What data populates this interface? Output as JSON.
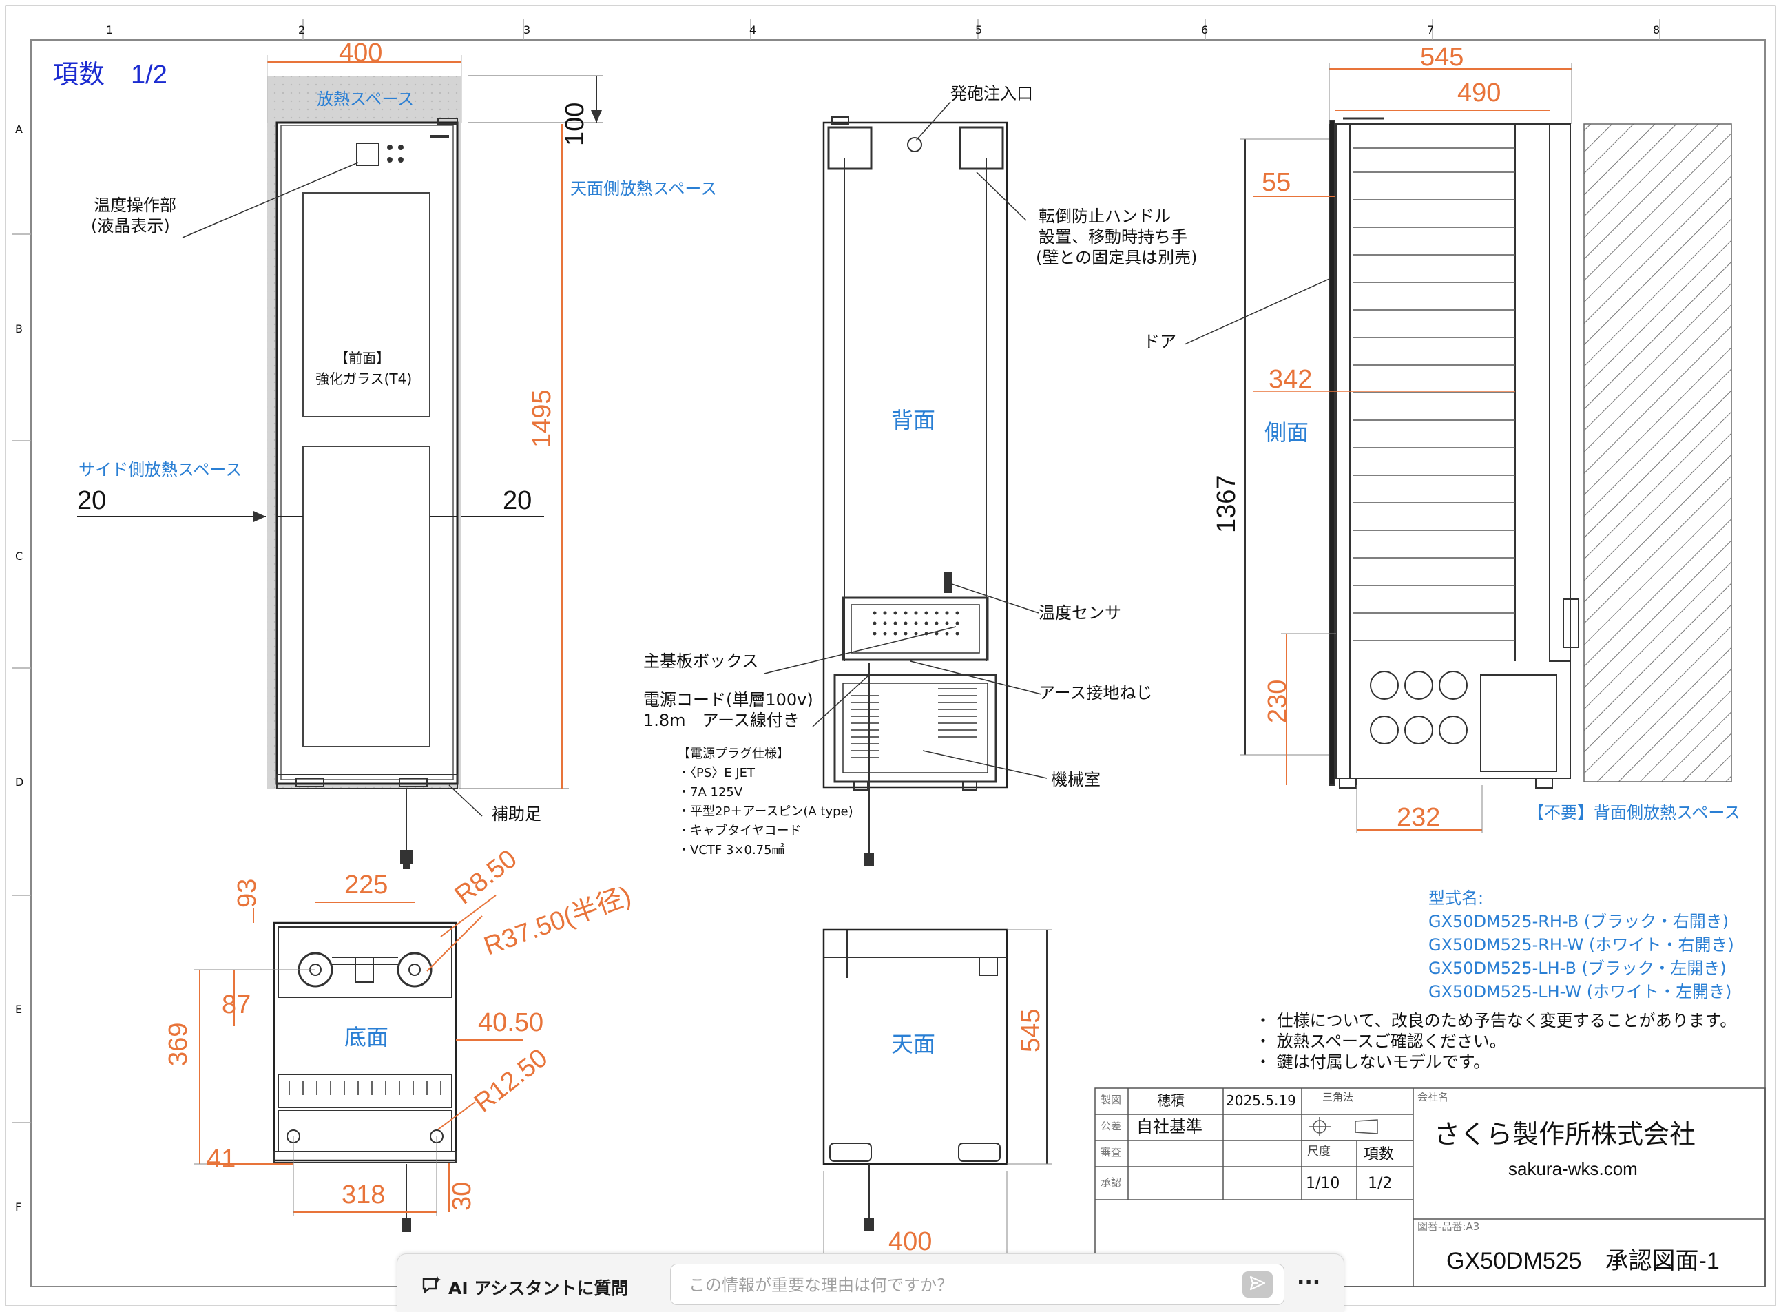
{
  "sheet": {
    "page_count": "項数　1/2",
    "col_labels": [
      "1",
      "2",
      "3",
      "4",
      "5",
      "6",
      "7",
      "8"
    ],
    "row_labels": [
      "A",
      "B",
      "C",
      "D",
      "E",
      "F"
    ]
  },
  "front_view": {
    "dims": {
      "width": "400",
      "top_space": "100",
      "height": "1495",
      "side_left": "20",
      "side_right": "20"
    },
    "labels": {
      "heat_space": "放熱スペース",
      "top_space": "天面側放熱スペース",
      "side_space": "サイド側放熱スペース",
      "panel_line1": "温度操作部",
      "panel_line2": "(液晶表示)",
      "glass_line1": "【前面】",
      "glass_line2": "強化ガラス(T4)",
      "foot": "補助足"
    }
  },
  "back_view": {
    "title": "背面",
    "labels": {
      "foam": "発砲注入口",
      "handle1": "転倒防止ハンドル",
      "handle2": "設置、移動時持ち手",
      "handle3": "(壁との固定具は別売)",
      "sensor": "温度センサ",
      "board": "主基板ボックス",
      "cord1": "電源コード(単層100v)",
      "cord2": "1.8m　アース線付き",
      "earth": "アース接地ねじ",
      "machine": "機械室"
    },
    "plug_spec": [
      "【電源プラグ仕様】",
      "・〈PS〉E JET",
      "・7A 125V",
      "・平型2P＋アースピン(A type)",
      "・キャブタイヤコード",
      "・VCTF 3×0.75㎟"
    ]
  },
  "side_view": {
    "title": "側面",
    "labels": {
      "door": "ドア",
      "no_back_space": "【不要】背面側放熱スペース"
    },
    "dims": {
      "depth": "545",
      "inner": "490",
      "top": "55",
      "height": "1367",
      "mid": "342",
      "bottom": "230",
      "foot": "232"
    }
  },
  "bottom_view": {
    "title": "底面",
    "dims": {
      "d93": "93",
      "d225": "225",
      "r8": "R8.50",
      "r37": "R37.50(半径)",
      "d87": "87",
      "d369": "369",
      "d40": "40.50",
      "r12": "R12.50",
      "d41": "41",
      "d318": "318",
      "d30": "30"
    }
  },
  "top_view": {
    "title": "天面",
    "dims": {
      "depth": "545",
      "width": "400"
    }
  },
  "models": {
    "heading": "型式名:",
    "list": [
      "GX50DM525-RH-B (ブラック・右開き)",
      "GX50DM525-RH-W (ホワイト・右開き)",
      "GX50DM525-LH-B (ブラック・左開き)",
      "GX50DM525-LH-W (ホワイト・左開き)"
    ]
  },
  "notes": [
    "・ 仕様について、改良のため予告なく変更することがあります。",
    "・ 放熱スペースご確認ください。",
    "・ 鍵は付属しないモデルです。"
  ],
  "title_block": {
    "r1_label": "製図",
    "r1_name": "穂積",
    "r1_date": "2025.5.19",
    "r2_label": "公差",
    "r2_value": "自社基準",
    "r3_label": "審査",
    "r4_label": "承認",
    "proj_label": "三角法",
    "scale_label": "尺度",
    "scale_value": "1/10",
    "pages_label": "項数",
    "pages_value": "1/2",
    "company_label": "会社名",
    "company": "さくら製作所株式会社",
    "url": "sakura-wks.com",
    "drawing_no_label": "図番-品番:A3",
    "drawing_title": "GX50DM525　承認図面-1"
  },
  "ai_assistant": {
    "label": "AI アシスタントに質問",
    "placeholder": "この情報が重要な理由は何ですか？",
    "icons": {
      "assistant": "sparkle-chat-icon",
      "send": "send-icon",
      "more": "more-icon"
    }
  },
  "colors": {
    "dimension": "#e8743a",
    "heading": "#2a7fd4",
    "page_label": "#1b2bd0"
  }
}
